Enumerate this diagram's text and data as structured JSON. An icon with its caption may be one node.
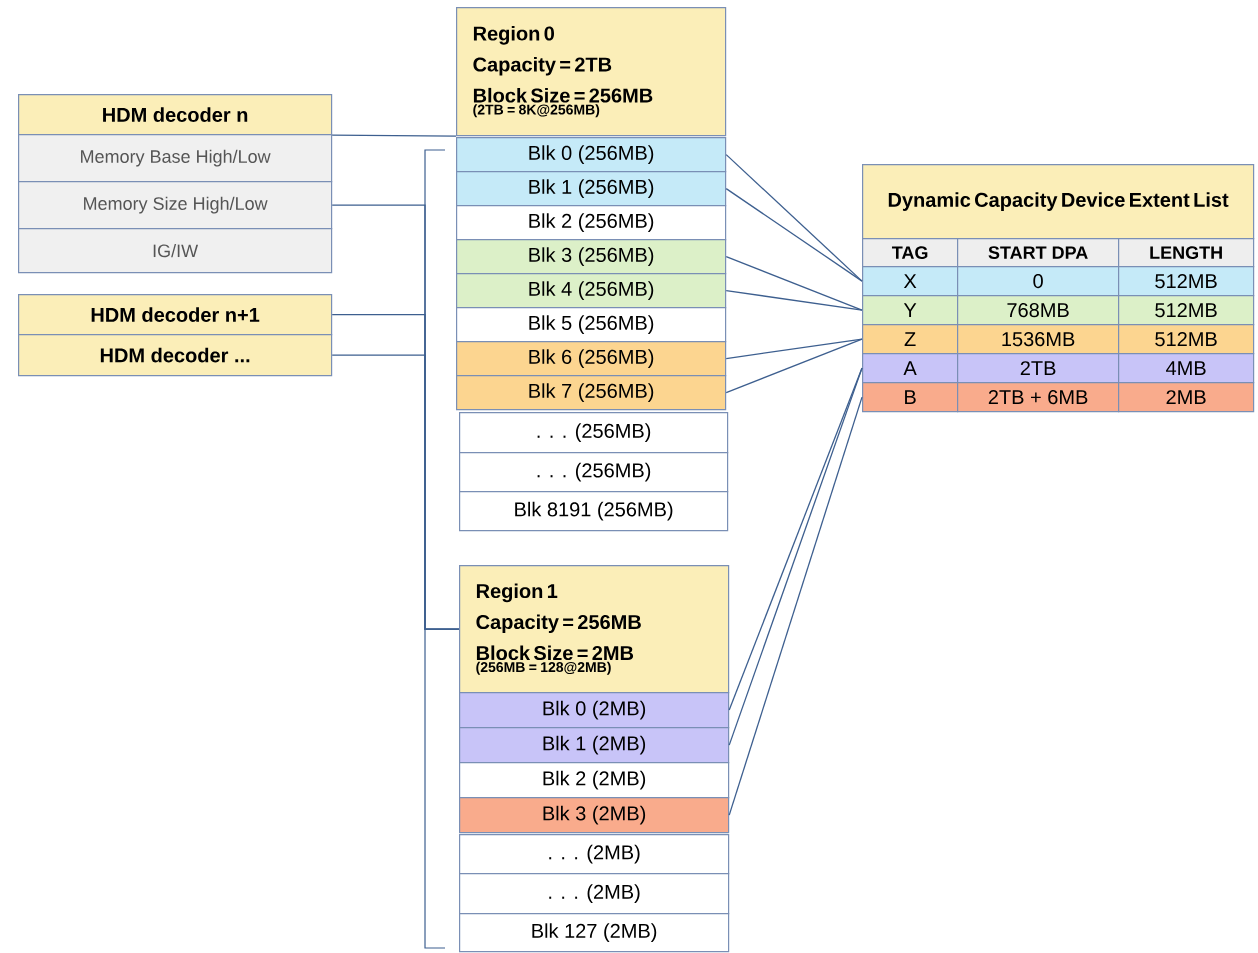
{
  "diagram": {
    "nodes": [
      {
        "text": [
          "HDM decoder n"
        ]
      },
      {
        "text": [
          "Memory Base High/Low"
        ]
      },
      {
        "text": [
          "Memory Size High/Low"
        ]
      },
      {
        "text": [
          "IG/IW"
        ]
      },
      {
        "text": [
          "HDM decoder n+1"
        ]
      },
      {
        "text": [
          "HDM decoder ..."
        ]
      },
      {
        "text": [
          "Region 0",
          "Capacity = 2TB",
          "Block Size = 256MB",
          "(2TB = 8K@256MB)"
        ]
      },
      {
        "text": [
          "Blk 0 (256MB)"
        ]
      },
      {
        "text": [
          "Blk 1 (256MB)"
        ]
      },
      {
        "text": [
          "Blk 2 (256MB)"
        ]
      },
      {
        "text": [
          "Blk 3 (256MB)"
        ]
      },
      {
        "text": [
          "Blk 4 (256MB)"
        ]
      },
      {
        "text": [
          "Blk 5 (256MB)"
        ]
      },
      {
        "text": [
          "Blk 6 (256MB)"
        ]
      },
      {
        "text": [
          "Blk 7 (256MB)"
        ]
      },
      {
        "text": [
          ". . . (256MB)"
        ]
      },
      {
        "text": [
          ". . . (256MB)"
        ]
      },
      {
        "text": [
          "Blk 8191 (256MB)"
        ]
      },
      {
        "text": [
          "Region 1",
          "Capacity = 256MB",
          "Block Size = 2MB",
          "(256MB = 128@2MB)"
        ]
      },
      {
        "text": [
          "Blk 0 (2MB)"
        ]
      },
      {
        "text": [
          "Blk 1 (2MB)"
        ]
      },
      {
        "text": [
          "Blk 2 (2MB)"
        ]
      },
      {
        "text": [
          "Blk 3 (2MB)"
        ]
      },
      {
        "text": [
          ". . . (2MB)"
        ]
      },
      {
        "text": [
          ". . . (2MB)"
        ]
      },
      {
        "text": [
          "Blk 127 (2MB)"
        ]
      },
      {
        "text": [
          "Dynamic Capacity Device Extent List"
        ]
      },
      {
        "text": [
          "TAG"
        ]
      },
      {
        "text": [
          "START DPA"
        ]
      },
      {
        "text": [
          "LENGTH"
        ]
      },
      {
        "text": [
          "X"
        ]
      },
      {
        "text": [
          "0"
        ]
      },
      {
        "text": [
          "512MB"
        ]
      },
      {
        "text": [
          "Y"
        ]
      },
      {
        "text": [
          "768MB"
        ]
      },
      {
        "text": [
          "512MB"
        ]
      },
      {
        "text": [
          "Z"
        ]
      },
      {
        "text": [
          "1536MB"
        ]
      },
      {
        "text": [
          "512MB"
        ]
      },
      {
        "text": [
          "A"
        ]
      },
      {
        "text": [
          "2TB"
        ]
      },
      {
        "text": [
          "4MB"
        ]
      },
      {
        "text": [
          "B"
        ]
      },
      {
        "text": [
          "2TB + 6MB"
        ]
      },
      {
        "text": [
          "2MB"
        ]
      }
    ],
    "edges": [
      {
        "from": 0,
        "to": 6,
        "arrow": "none"
      },
      {
        "from": 2,
        "to": 18,
        "arrow": "none"
      },
      {
        "from": 4,
        "to": 18,
        "arrow": "none"
      },
      {
        "from": 5,
        "to": 18,
        "arrow": "none"
      },
      {
        "from": 7,
        "to": 30,
        "arrow": "none"
      },
      {
        "from": 8,
        "to": 30,
        "arrow": "none"
      },
      {
        "from": 10,
        "to": 33,
        "arrow": "none"
      },
      {
        "from": 11,
        "to": 33,
        "arrow": "none"
      },
      {
        "from": 13,
        "to": 36,
        "arrow": "none"
      },
      {
        "from": 14,
        "to": 36,
        "arrow": "none"
      },
      {
        "from": 19,
        "to": 39,
        "arrow": "none"
      },
      {
        "from": 20,
        "to": 39,
        "arrow": "none"
      },
      {
        "from": 22,
        "to": 42,
        "arrow": "none"
      }
    ]
  }
}
